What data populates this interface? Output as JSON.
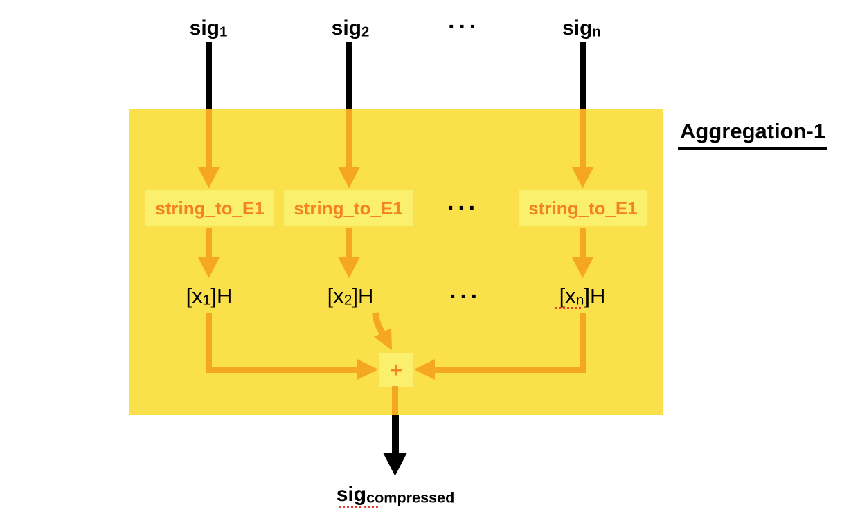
{
  "diagram": {
    "title": "Aggregation-1",
    "ellipsis": "···",
    "inputs": [
      {
        "base": "sig",
        "sub": "1"
      },
      {
        "base": "sig",
        "sub": "2"
      },
      {
        "base": "sig",
        "sub": "n"
      }
    ],
    "hash_boxes": [
      {
        "label": "string_to_E1"
      },
      {
        "label": "string_to_E1"
      },
      {
        "label": "string_to_E1"
      }
    ],
    "mapped_points": [
      {
        "pre": "[x",
        "sub": "1",
        "post": "]H"
      },
      {
        "pre": "[x",
        "sub": "2",
        "post": "]H"
      },
      {
        "pre": "[x",
        "sub": "n",
        "post": "]H"
      }
    ],
    "aggregator": {
      "plus_label": "+"
    },
    "output": {
      "base": "sig",
      "sub": "compressed"
    },
    "colors": {
      "container_fill": "#FAE04A",
      "node_fill": "#FBF06E",
      "node_text": "#F58220",
      "internal_arrow": "#F5A623",
      "io_arrow": "#000000",
      "spellcheck_underline": "#F4392D"
    }
  }
}
